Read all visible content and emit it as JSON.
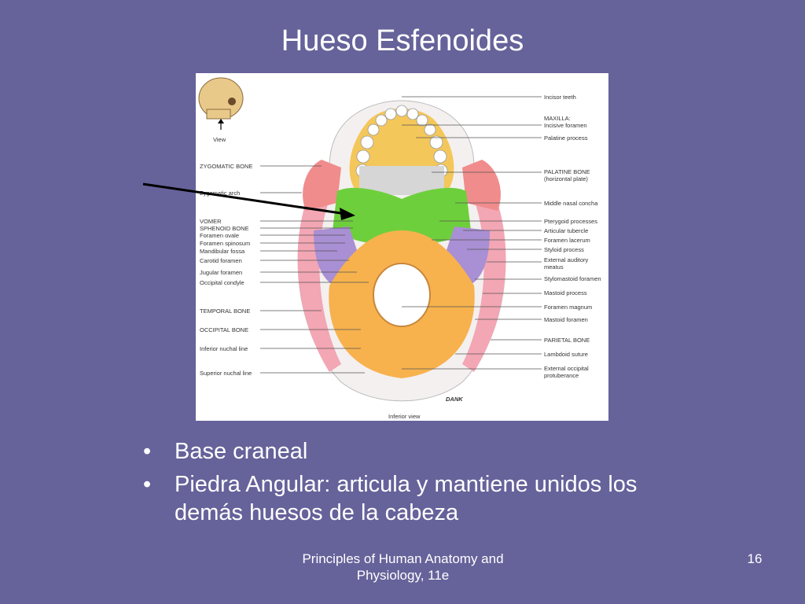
{
  "slide": {
    "title": "Hueso Esfenoides",
    "bullets": [
      "Base craneal",
      "Piedra Angular: articula y mantiene unidos los demás huesos de la cabeza"
    ],
    "bullet_glyph": "•",
    "footer": "Principles of Human Anatomy and Physiology, 11e",
    "page_number": "16"
  },
  "figure": {
    "view_label": "View",
    "caption": "Inferior view",
    "signature": "DANK",
    "labels_left": [
      "ZYGOMATIC BONE",
      "Zygomatic arch",
      "VOMER",
      "SPHENOID BONE",
      "Foramen ovale",
      "Foramen spinosum",
      "Mandibular fossa",
      "Carotid foramen",
      "Jugular foramen",
      "Occipital condyle",
      "TEMPORAL BONE",
      "OCCIPITAL BONE",
      "Inferior nuchal line",
      "Superior nuchal line"
    ],
    "labels_right": [
      "Incisor teeth",
      "MAXILLA:",
      "Incisive foramen",
      "Palatine process",
      "PALATINE BONE (horizontal plate)",
      "Middle nasal concha",
      "Pterygoid processes",
      "Articular tubercle",
      "Foramen lacerum",
      "Styloid process",
      "External auditory meatus",
      "Stylomastoid foramen",
      "Mastoid process",
      "Foramen magnum",
      "Mastoid foramen",
      "PARIETAL BONE",
      "Lambdoid suture",
      "External occipital protuberance"
    ],
    "colors": {
      "maxilla": "#f4c75a",
      "palatine": "#d6d6d6",
      "sphenoid": "#6ecf3c",
      "temporal": "#a98fd3",
      "occipital": "#f7b24e",
      "zygomatic": "#f08c8c",
      "parietal": "#f3a6b4"
    }
  }
}
